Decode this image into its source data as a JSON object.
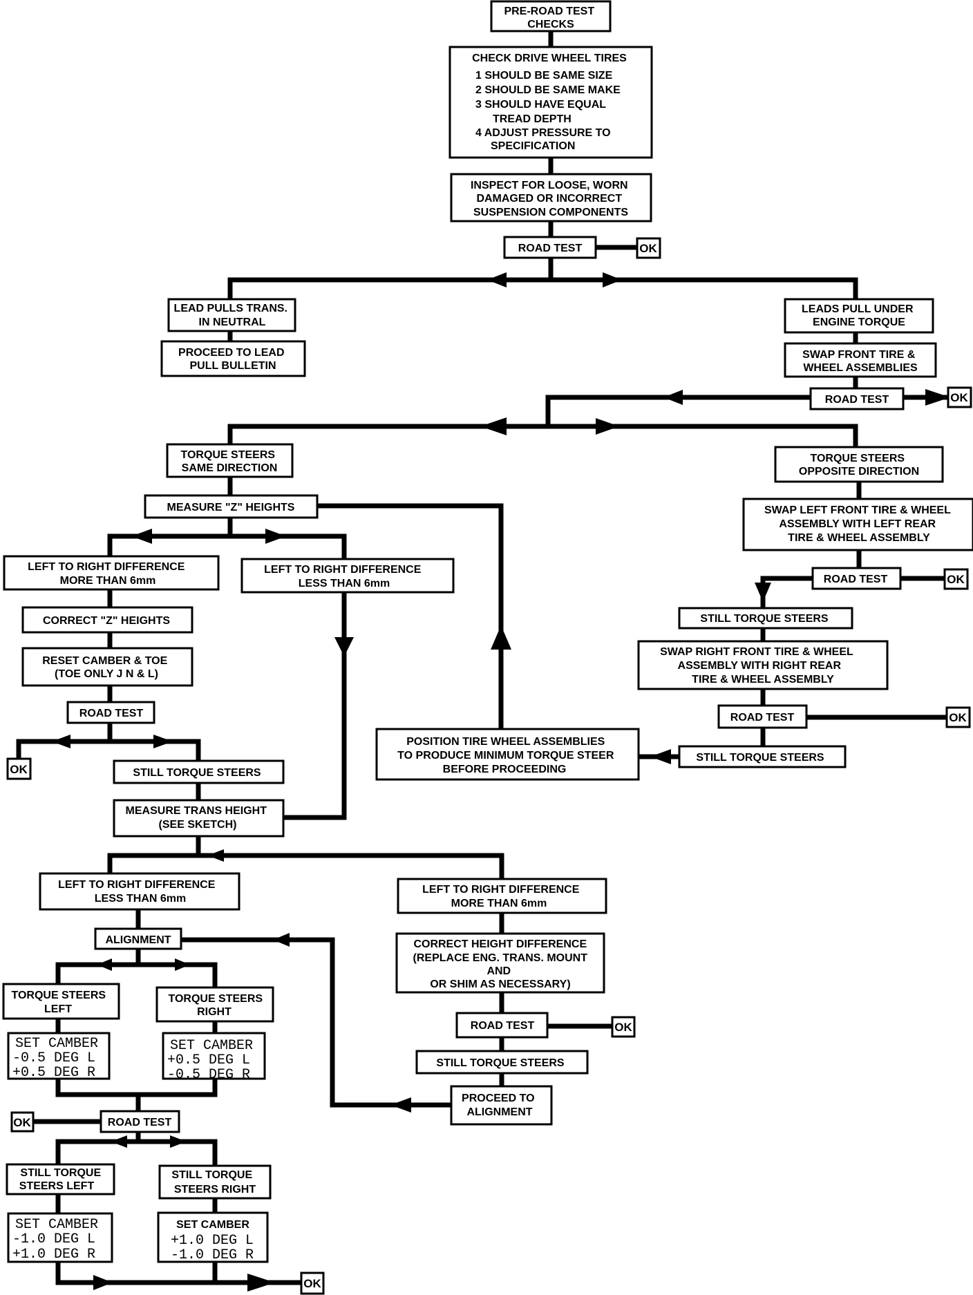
{
  "boxes": {
    "pre_road_test": [
      "PRE-ROAD TEST",
      "CHECKS"
    ],
    "check_tires_title": "CHECK DRIVE WHEEL TIRES",
    "check_tires_items": [
      "1  SHOULD BE SAME SIZE",
      "2  SHOULD BE SAME MAKE",
      "3  SHOULD HAVE EQUAL",
      "TREAD DEPTH",
      "4  ADJUST PRESSURE TO",
      "SPECIFICATION"
    ],
    "inspect": [
      "INSPECT FOR LOOSE, WORN",
      "DAMAGED OR INCORRECT",
      "SUSPENSION COMPONENTS"
    ],
    "road_test_1": "ROAD TEST",
    "lead_pulls_neutral": [
      "LEAD PULLS TRANS.",
      "IN NEUTRAL"
    ],
    "proceed_lead_pull": [
      "PROCEED TO LEAD",
      "PULL BULLETIN"
    ],
    "leads_pull_torque": [
      "LEADS PULL UNDER",
      "ENGINE TORQUE"
    ],
    "swap_front": [
      "SWAP FRONT TIRE &",
      "WHEEL ASSEMBLIES"
    ],
    "road_test_2": "ROAD TEST",
    "torque_same": [
      "TORQUE STEERS",
      "SAME DIRECTION"
    ],
    "torque_opposite": [
      "TORQUE STEERS",
      "OPPOSITE DIRECTION"
    ],
    "measure_z": "MEASURE \"Z\" HEIGHTS",
    "z_more": [
      "LEFT TO RIGHT DIFFERENCE",
      "MORE THAN 6mm"
    ],
    "z_less": [
      "LEFT TO RIGHT DIFFERENCE",
      "LESS THAN 6mm"
    ],
    "correct_z": "CORRECT \"Z\" HEIGHTS",
    "reset_camber": [
      "RESET CAMBER & TOE",
      "(TOE ONLY J N & L)"
    ],
    "road_test_3": "ROAD TEST",
    "still_torque_1": "STILL TORQUE STEERS",
    "measure_trans": [
      "MEASURE TRANS HEIGHT",
      "(SEE SKETCH)"
    ],
    "swap_left": [
      "SWAP LEFT FRONT TIRE & WHEEL",
      "ASSEMBLY WITH LEFT REAR",
      "TIRE & WHEEL ASSEMBLY"
    ],
    "road_test_4": "ROAD TEST",
    "still_torque_2": "STILL TORQUE STEERS",
    "swap_right": [
      "SWAP RIGHT FRONT TIRE & WHEEL",
      "ASSEMBLY WITH RIGHT REAR",
      "TIRE & WHEEL ASSEMBLY"
    ],
    "road_test_5": "ROAD TEST",
    "still_torque_3": "STILL TORQUE STEERS",
    "position_tire": [
      "POSITION TIRE WHEEL ASSEMBLIES",
      "TO PRODUCE MINIMUM TORQUE STEER",
      "BEFORE PROCEEDING"
    ],
    "trans_less": [
      "LEFT TO RIGHT DIFFERENCE",
      "LESS THAN 6mm"
    ],
    "trans_more": [
      "LEFT TO RIGHT DIFFERENCE",
      "MORE THAN 6mm"
    ],
    "alignment": "ALIGNMENT",
    "correct_height": [
      "CORRECT HEIGHT DIFFERENCE",
      "(REPLACE ENG. TRANS. MOUNT",
      "AND",
      "OR SHIM AS NECESSARY)"
    ],
    "road_test_6": "ROAD TEST",
    "still_torque_4": "STILL TORQUE STEERS",
    "proceed_alignment": [
      "PROCEED TO",
      "ALIGNMENT"
    ],
    "ts_left": [
      "TORQUE STEERS",
      "LEFT"
    ],
    "ts_right": [
      "TORQUE STEERS",
      "RIGHT"
    ],
    "camber_left_1": [
      "SET CAMBER",
      "-0.5 DEG L",
      "+0.5 DEG R"
    ],
    "camber_right_1": [
      "SET CAMBER",
      "+0.5 DEG L",
      "-0.5 DEG R"
    ],
    "road_test_7": "ROAD TEST",
    "still_left": [
      "STILL TORQUE",
      "STEERS LEFT"
    ],
    "still_right": [
      "STILL TORQUE",
      "STEERS RIGHT"
    ],
    "camber_left_2": [
      "SET CAMBER",
      "-1.0 DEG L",
      "+1.0 DEG R"
    ],
    "camber_right_2_title": "SET CAMBER",
    "camber_right_2_vals": [
      "+1.0 DEG L",
      "-1.0 DEG R"
    ]
  },
  "ok_label": "OK"
}
